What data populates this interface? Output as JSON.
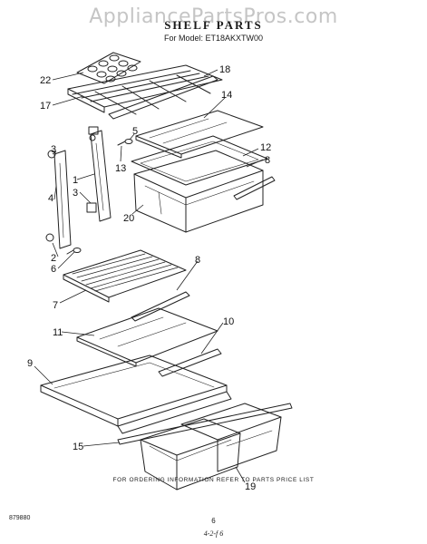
{
  "header": {
    "watermark": "AppliancePartsPros.com",
    "title": "SHELF PARTS",
    "model": "For Model: ET18AKXTW00"
  },
  "callouts": {
    "c22": "22",
    "c18": "18",
    "c14": "14",
    "c17": "17",
    "c5": "5",
    "c13": "13",
    "c12": "12",
    "c8a": "8",
    "c1": "1",
    "c3a": "3",
    "c4": "4",
    "c3b": "3",
    "c20": "20",
    "c2": "2",
    "c6": "6",
    "c8b": "8",
    "c7": "7",
    "c11": "11",
    "c10": "10",
    "c9": "9",
    "c15": "15",
    "c19": "19"
  },
  "footer": {
    "ordering_info": "FOR ORDERING INFORMATION REFER TO PARTS PRICE LIST",
    "part_number": "879880",
    "page_number": "6",
    "revision": "4-2-f 6"
  }
}
